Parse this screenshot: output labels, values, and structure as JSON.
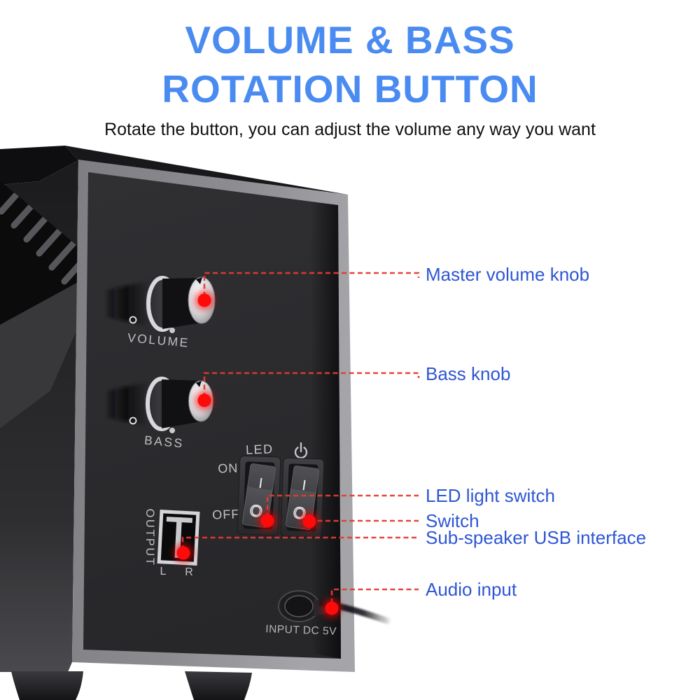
{
  "header": {
    "title_line1": "VOLUME & BASS",
    "title_line2": "ROTATION BUTTON",
    "subtitle": "Rotate the button, you can adjust the volume any way you want"
  },
  "callouts": [
    {
      "label": "Master volume knob"
    },
    {
      "label": "Bass knob"
    },
    {
      "label": "LED light switch"
    },
    {
      "label": "Switch"
    },
    {
      "label": "Sub-speaker USB interface"
    },
    {
      "label": "Audio input"
    }
  ],
  "panel": {
    "volume_label": "VOLUME",
    "bass_label": "BASS",
    "led_label": "LED",
    "on_label": "ON",
    "off_label": "OFF",
    "rocker_on_mark": "I",
    "rocker_off_mark": "O",
    "output_label": "OUTPUT",
    "usb_left_label": "L",
    "usb_right_label": "R",
    "input_label": "INPUT DC 5V"
  },
  "icons": {
    "power": "power-icon",
    "marker": "red-dot-marker"
  },
  "colors": {
    "title_blue": "#4a8bf1",
    "label_blue": "#2e56d4",
    "callout_red": "#e23c34",
    "marker_red": "#ff0a0a"
  }
}
